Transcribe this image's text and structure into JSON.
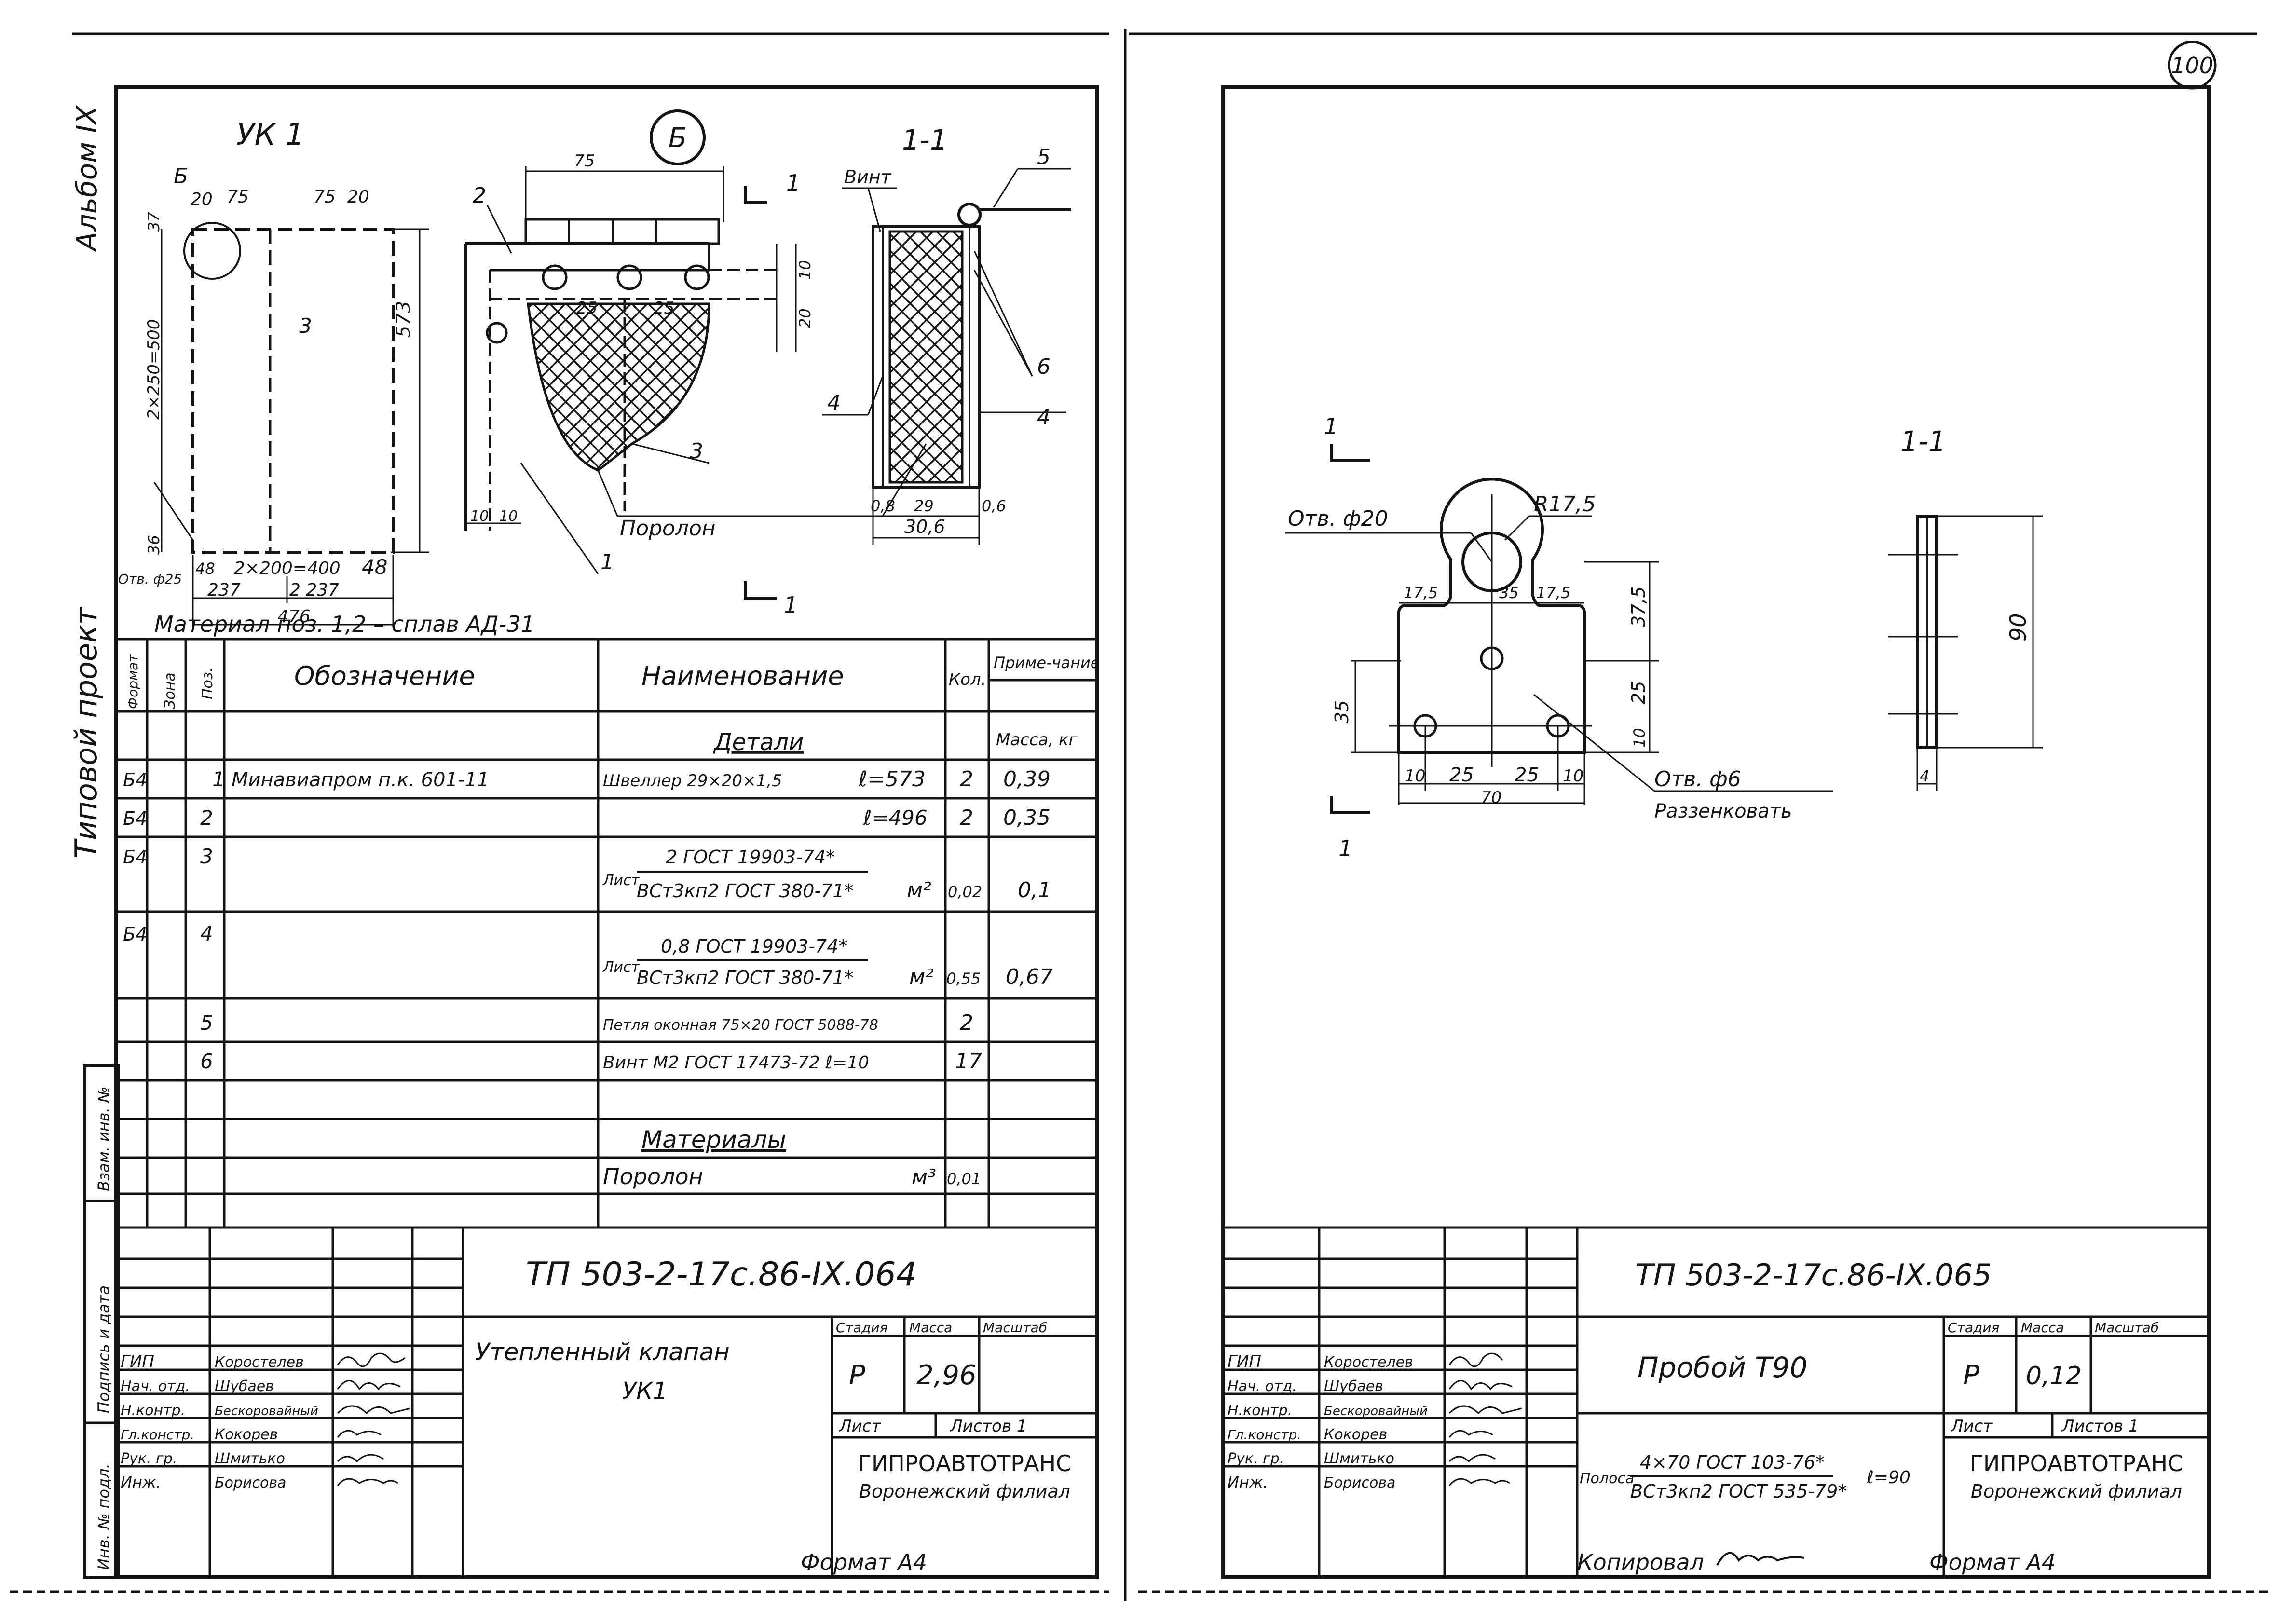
{
  "page": {
    "sheet_number": "100",
    "album_label": "Альбом IX",
    "project_label": "Типовой проект",
    "side_stamp": [
      "Инв. № подл.",
      "Подпись и дата",
      "Взам. инв. №"
    ]
  },
  "left_sheet": {
    "plan_title": "УК 1",
    "plan_dims": {
      "callout": "Б",
      "d20": "20",
      "d75": "75",
      "d75b": "75",
      "d20b": "20",
      "d37": "37",
      "vert": "2×250=500",
      "d36": "36",
      "d48": "48",
      "horiz": "2×200=400",
      "d48b": "48",
      "d237": "237",
      "d237b": "2 237",
      "d476": "476",
      "d573": "573",
      "hole": "Отв. ф25",
      "pos3": "3"
    },
    "detail_b": {
      "callout": "Б",
      "d75": "75",
      "d25a": "25",
      "d25b": "25",
      "d10": "10",
      "d20": "20",
      "d10a": "10",
      "d10b": "10",
      "pos2": "2",
      "pos3": "3",
      "pos1": "1",
      "porolon": "Поролон",
      "cut": "1"
    },
    "section": {
      "title": "1-1",
      "vint": "Винт",
      "pos5": "5",
      "pos6": "6",
      "pos4a": "4",
      "pos4b": "4",
      "d08": "0,8",
      "d29": "29",
      "d06": "0,6",
      "d306": "30,6"
    },
    "material_note": "Материал поз. 1,2 – сплав АД-31",
    "spec": {
      "headers": {
        "format": "Формат",
        "zone": "Зона",
        "pos": "Поз.",
        "designation": "Обозначение",
        "name": "Наименование",
        "qty": "Кол.",
        "note": "Приме-чание"
      },
      "mass_header": "Масса, кг",
      "section_details": "Детали",
      "section_materials": "Материалы",
      "rows": [
        {
          "format": "Б4",
          "pos": "1",
          "designation": "Минавиапром п.к. 601-11",
          "name": "Швеллер 29×20×1,5",
          "length": "ℓ=573",
          "qty": "2",
          "note": "0,39"
        },
        {
          "format": "Б4",
          "pos": "2",
          "designation": "",
          "name": "",
          "length": "ℓ=496",
          "qty": "2",
          "note": "0,35"
        },
        {
          "format": "Б4",
          "pos": "3",
          "designation": "",
          "prefix": "Лист",
          "top": "2 ГОСТ 19903-74*",
          "bottom": "ВСт3кп2 ГОСТ 380-71*",
          "unit": "м²",
          "qty": "0,02",
          "note": "0,1"
        },
        {
          "format": "Б4",
          "pos": "4",
          "designation": "",
          "prefix": "Лист",
          "top": "0,8 ГОСТ 19903-74*",
          "bottom": "ВСт3кп2 ГОСТ 380-71*",
          "unit": "м²",
          "qty": "0,55",
          "note": "0,67"
        },
        {
          "format": "",
          "pos": "5",
          "designation": "",
          "name": "Петля оконная 75×20 ГОСТ 5088-78",
          "qty": "2",
          "note": ""
        },
        {
          "format": "",
          "pos": "6",
          "designation": "",
          "name": "Винт М2 ГОСТ 17473-72 ℓ=10",
          "qty": "17",
          "note": ""
        }
      ],
      "material_row": {
        "name": "Поролон",
        "unit": "м³",
        "qty": "0,01"
      }
    },
    "title_block": {
      "code": "ТП   503-2-17с.86-IX.064",
      "title_line1": "Утепленный клапан",
      "title_line2": "УК1",
      "stage_label": "Стадия",
      "mass_label": "Масса",
      "scale_label": "Масштаб",
      "stage": "Р",
      "mass": "2,96",
      "scale": "",
      "sheet_label": "Лист",
      "sheets_label": "Листов 1",
      "org1": "ГИПРОАВТОТРАНС",
      "org2": "Воронежский филиал",
      "staff": [
        {
          "role": "ГИП",
          "name": "Коростелев"
        },
        {
          "role": "Нач. отд.",
          "name": "Шубаев"
        },
        {
          "role": "Н.контр.",
          "name": "Бескоровайный"
        },
        {
          "role": "Гл.констр.",
          "name": "Кокорев"
        },
        {
          "role": "Рук. гр.",
          "name": "Шмитько"
        },
        {
          "role": "Инж.",
          "name": "Борисова"
        }
      ]
    },
    "format_label": "Формат А4"
  },
  "right_sheet": {
    "part_dims": {
      "hole20": "Отв. ф20",
      "r175": "R17,5",
      "d175a": "17,5",
      "d35top": "35",
      "d175b": "17,5",
      "d375": "37,5",
      "d35": "35",
      "d25v": "25",
      "d10v": "10",
      "d10a": "10",
      "d25a": "25",
      "d25b": "25",
      "d10b": "10",
      "d70": "70",
      "hole6": "Отв. ф6",
      "countersink": "Раззенковать",
      "cut_top": "1",
      "cut_bottom": "1"
    },
    "section": {
      "title": "1-1",
      "d90": "90",
      "d4": "4"
    },
    "title_block": {
      "code": "ТП   503-2-17с.86-IX.065",
      "title": "Пробой Т90",
      "material_prefix": "Полоса",
      "material_top": "4×70 ГОСТ 103-76*",
      "material_bottom": "ВСт3кп2 ГОСТ 535-79*",
      "material_len": "ℓ=90",
      "stage_label": "Стадия",
      "mass_label": "Масса",
      "scale_label": "Масштаб",
      "stage": "Р",
      "mass": "0,12",
      "scale": "",
      "sheet_label": "Лист",
      "sheets_label": "Листов 1",
      "org1": "ГИПРОАВТОТРАНС",
      "org2": "Воронежский филиал",
      "staff": [
        {
          "role": "ГИП",
          "name": "Коростелев"
        },
        {
          "role": "Нач. отд.",
          "name": "Шубаев"
        },
        {
          "role": "Н.контр.",
          "name": "Бескоровайный"
        },
        {
          "role": "Гл.констр.",
          "name": "Кокорев"
        },
        {
          "role": "Рук. гр.",
          "name": "Шмитько"
        },
        {
          "role": "Инж.",
          "name": "Борисова"
        }
      ]
    },
    "copied_label": "Копировал",
    "format_label": "Формат А4"
  }
}
